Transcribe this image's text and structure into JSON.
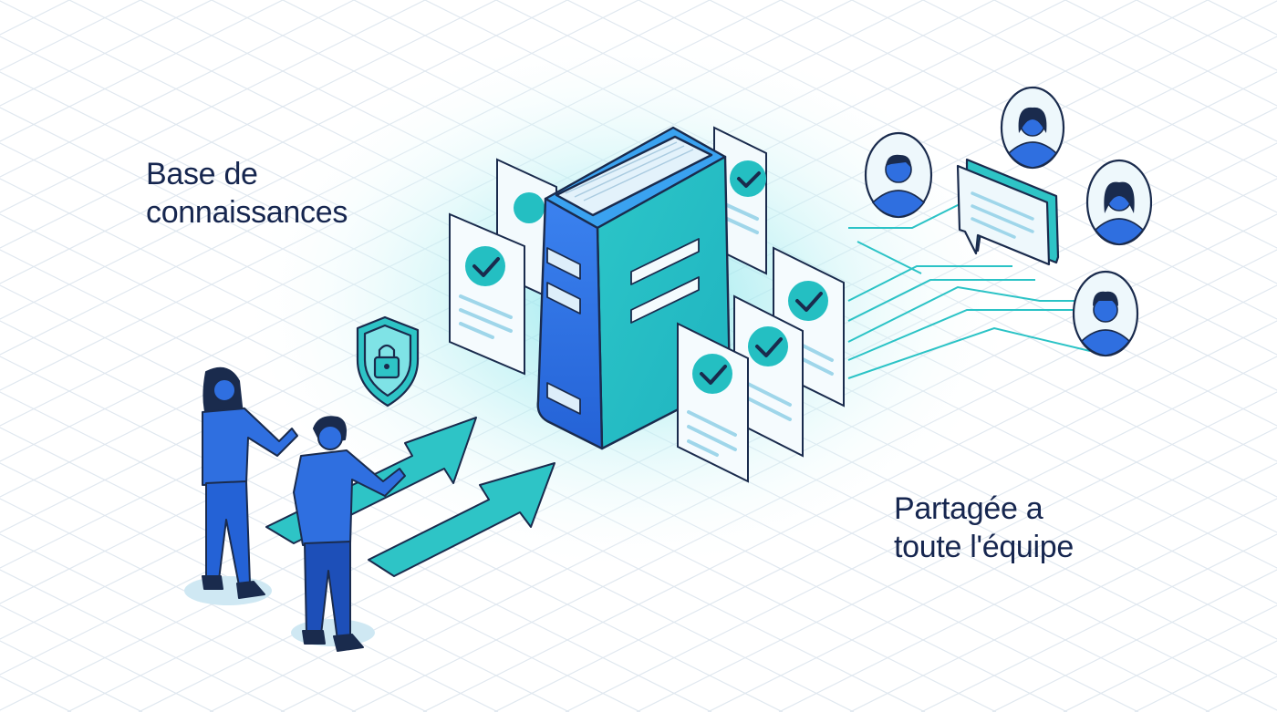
{
  "captions": {
    "knowledge_base": [
      "Base de",
      "connaissances"
    ],
    "shared": [
      "Partagée a",
      "toute l'équipe"
    ]
  },
  "colors": {
    "ink": "#16264f",
    "outline": "#1a2b4d",
    "blue": "#2f6fe0",
    "blue_dark": "#1d4fb8",
    "teal": "#1fc0c3",
    "teal_light": "#7fe3e6",
    "glow": "#9ee8ef",
    "paper": "#f7fbfd",
    "grid": "#dde6ef"
  },
  "icons": [
    "book-icon",
    "document-check-icon",
    "shield-lock-icon",
    "arrow-icon",
    "chat-bubble-icon",
    "user-avatar-icon",
    "person-icon"
  ]
}
